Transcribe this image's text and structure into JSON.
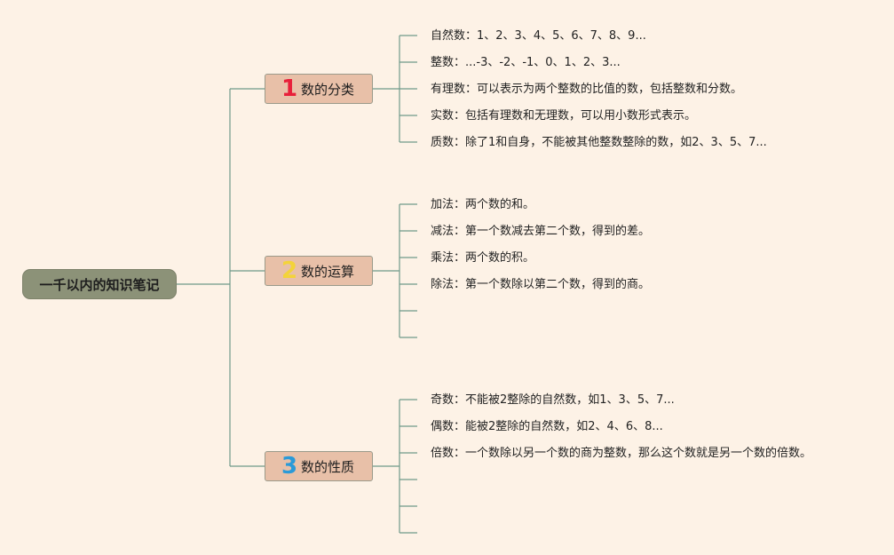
{
  "root": {
    "label": "一千以内的知识笔记"
  },
  "branches": [
    {
      "number": "1",
      "number_color": "#e8203a",
      "label": "数的分类",
      "leaves": [
        "自然数：1、2、3、4、5、6、7、8、9...",
        "整数：...-3、-2、-1、0、1、2、3...",
        "有理数：可以表示为两个整数的比值的数，包括整数和分数。",
        "实数：包括有理数和无理数，可以用小数形式表示。",
        "质数：除了1和自身，不能被其他整数整除的数，如2、3、5、7..."
      ]
    },
    {
      "number": "2",
      "number_color": "#f3d33a",
      "label": "数的运算",
      "leaves": [
        "加法：两个数的和。",
        "减法：第一个数减去第二个数，得到的差。",
        "乘法：两个数的积。",
        "除法：第一个数除以第二个数，得到的商。",
        "",
        ""
      ]
    },
    {
      "number": "3",
      "number_color": "#2a9ad8",
      "label": "数的性质",
      "leaves": [
        "奇数：不能被2整除的自然数，如1、3、5、7...",
        "偶数：能被2整除的自然数，如2、4、6、8...",
        "倍数：一个数除以另一个数的商为整数，那么这个数就是另一个数的倍数。",
        "",
        "",
        ""
      ]
    }
  ],
  "colors": {
    "background": "#fdf2e6",
    "connector": "#6f9a8a",
    "root_fill": "#8c9278",
    "branch_fill": "#e8c0a8"
  }
}
